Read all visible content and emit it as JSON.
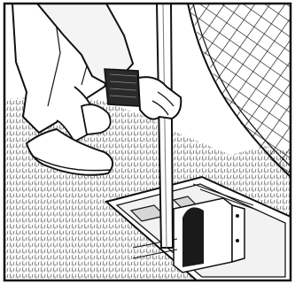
{
  "figure": {
    "scene": "installation-illustration",
    "style": "black-and-white line drawing",
    "colors": {
      "ink": "#111111",
      "paper": "#ffffff",
      "shirt": "#f4f4f4",
      "grass_tone": "#3a3a3a"
    },
    "elements": [
      "person-legs",
      "glove-hand",
      "vertical-pole",
      "ground-sleeve",
      "net-panel",
      "grass-texture"
    ]
  }
}
